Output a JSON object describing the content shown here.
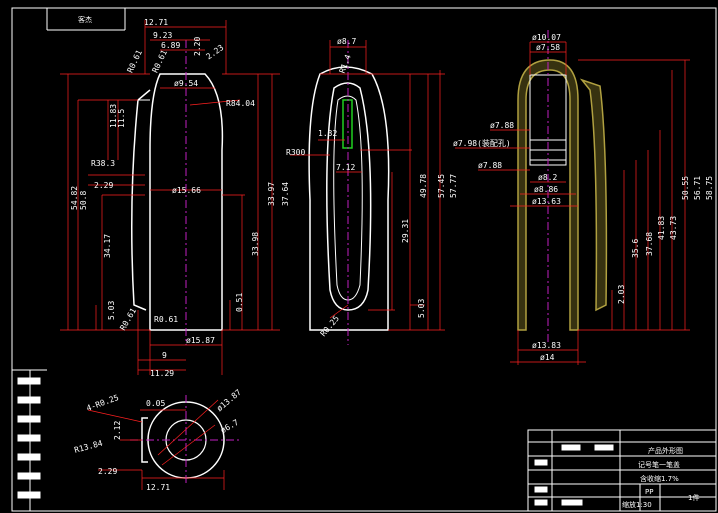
{
  "drawing": {
    "corner_label": "客杰",
    "colors": {
      "background": "#000000",
      "outline": "#ffffff",
      "dimension": "#ff2020",
      "centerline": "#c020c0",
      "section_fill": "#b0a040",
      "insert": "#20d020",
      "frame": "#ffffff"
    },
    "view_left": {
      "top_dims": [
        "12.71",
        "9.23",
        "6.89",
        "R0.61",
        "R0.61",
        "2.20",
        "2.23",
        "ø9.54"
      ],
      "left_dims": [
        "54.82",
        "50.8",
        "34.17",
        "11.83",
        "11.5",
        "R38.3",
        "2.29",
        "5.03",
        "R0.61",
        "R0.61"
      ],
      "right_dims": [
        "R84.04",
        "ø15.66",
        "33.97",
        "37.64",
        "33.98",
        "0.51"
      ],
      "bottom_dims": [
        "ø15.87",
        "9",
        "11.29"
      ]
    },
    "view_middle": {
      "dims": [
        "ø8.7",
        "R1.4",
        "1.32",
        "R300",
        "7.12",
        "49.78",
        "57.45",
        "57.77",
        "29.31",
        "5.03",
        "R0.25"
      ]
    },
    "view_right": {
      "dims": [
        "ø10.07",
        "ø7.58",
        "ø7.88",
        "ø7.98(装配孔)",
        "ø7.88",
        "ø8.2",
        "ø8.86",
        "ø13.63",
        "35.6",
        "37.68",
        "41.83",
        "43.73",
        "50.55",
        "56.71",
        "58.75",
        "2.03",
        "ø13.83",
        "ø14"
      ]
    },
    "view_section": {
      "dims": [
        "0.05",
        "4-R0.25",
        "ø13.87",
        "ø6.7",
        "R13.84",
        "2.12",
        "2.29",
        "12.71"
      ]
    },
    "title_block": {
      "title": "产品外形图",
      "part_name": "记号笔一笔盖",
      "shrink": "含收缩1.7%",
      "material": "PP",
      "scale": "缩放1:30",
      "quantity": "1件"
    }
  }
}
